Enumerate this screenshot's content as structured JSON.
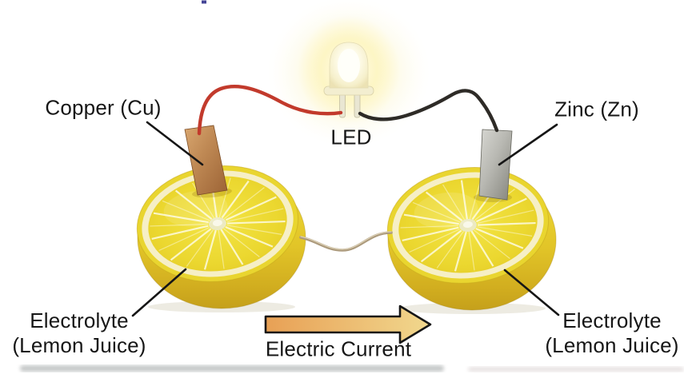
{
  "labels": {
    "copper": "Copper (Cu)",
    "zinc": "Zinc (Zn)",
    "led": "LED",
    "electric_current": "Electric Current",
    "electrolyte_left": {
      "line1": "Electrolyte",
      "line2": "(Lemon Juice)"
    },
    "electrolyte_right": {
      "line1": "Electrolyte",
      "line2": "(Lemon Juice)"
    }
  },
  "colors": {
    "text": "#161616",
    "pointer_line": "#161616",
    "wire_positive_red": "#c23a2c",
    "wire_negative_black": "#2e2b27",
    "connecting_wire": "#ac9a7c",
    "copper_electrode": "#b9814f",
    "zinc_electrode": "#b4b4ae",
    "lemon_rind": "#e3c526",
    "lemon_pulp": "#eeda33",
    "lemon_pith": "#f6efc9",
    "led_glow": "#fdf6c4",
    "arrow_gradient_start": "#e8a055",
    "arrow_gradient_end": "#f1d88e"
  },
  "icons": {
    "led_bulb": "glowing-led-icon",
    "lemon_left": "lemon-half-icon",
    "lemon_right": "lemon-half-icon",
    "current_arrow": "right-arrow-icon"
  }
}
